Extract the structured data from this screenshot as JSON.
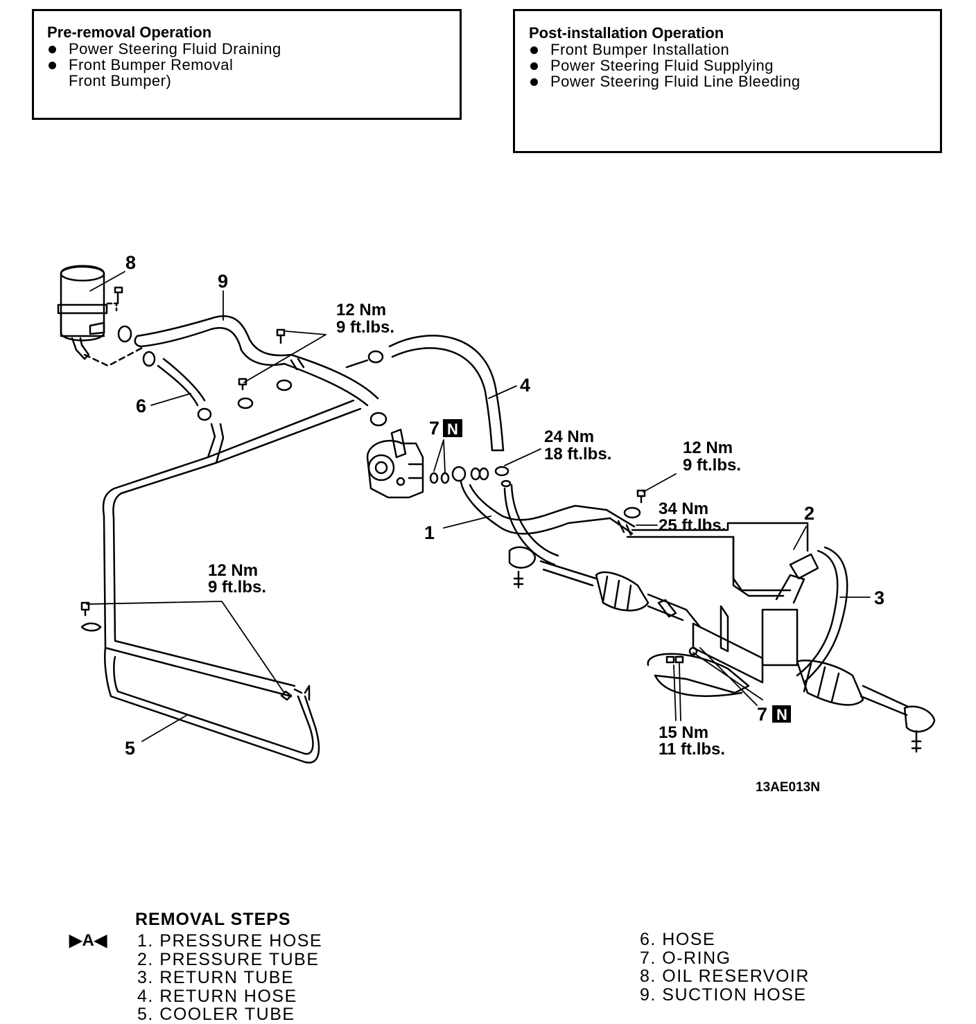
{
  "pre_removal": {
    "title": "Pre-removal Operation",
    "items": [
      "Power Steering Fluid Draining",
      "Front Bumper Removal"
    ],
    "continuation": "Front Bumper)"
  },
  "post_installation": {
    "title": "Post-installation Operation",
    "items": [
      "Front Bumper Installation",
      "Power Steering Fluid Supplying",
      "Power Steering Fluid Line Bleeding"
    ]
  },
  "callouts": {
    "n1": "1",
    "n2": "2",
    "n3": "3",
    "n4": "4",
    "n5": "5",
    "n6": "6",
    "n7": "7",
    "n8": "8",
    "n9": "9",
    "badge": "N"
  },
  "torques": {
    "t12a_nm": "12 Nm",
    "t12a_ft": "9 ft.lbs.",
    "t24_nm": "24 Nm",
    "t24_ft": "18 ft.lbs.",
    "t12b_nm": "12 Nm",
    "t12b_ft": "9 ft.lbs.",
    "t34_nm": "34 Nm",
    "t34_ft": "25 ft.lbs.",
    "t12c_nm": "12 Nm",
    "t12c_ft": "9 ft.lbs.",
    "t15_nm": "15 Nm",
    "t15_ft": "11 ft.lbs."
  },
  "figure_code": "13AE013N",
  "removal": {
    "title": "REMOVAL STEPS",
    "marker": "▶A◀",
    "left": [
      "1. PRESSURE HOSE",
      "2. PRESSURE TUBE",
      "3. RETURN TUBE",
      "4. RETURN HOSE",
      "5. COOLER TUBE"
    ],
    "right": [
      "6. HOSE",
      "7. O-RING",
      "8. OIL RESERVOIR",
      "9. SUCTION HOSE"
    ]
  }
}
